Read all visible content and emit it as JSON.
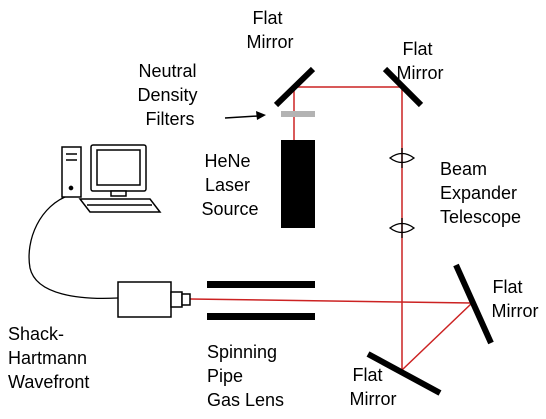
{
  "colors": {
    "beam": "#cc2222",
    "component": "#000000",
    "filter": "#b3b3b3",
    "background": "#ffffff"
  },
  "labels": {
    "flat_mirror_top_left": [
      "Flat",
      "Mirror"
    ],
    "flat_mirror_top_right": [
      "Flat",
      "Mirror"
    ],
    "neutral_density_filters": [
      "Neutral",
      "Density",
      "Filters"
    ],
    "hene_laser_source": [
      "HeNe",
      "Laser",
      "Source"
    ],
    "beam_expander_telescope": [
      "Beam",
      "Expander",
      "Telescope"
    ],
    "flat_mirror_right": [
      "Flat",
      "Mirror"
    ],
    "flat_mirror_bottom": [
      "Flat",
      "Mirror"
    ],
    "shack_hartmann_wavefront": [
      "Shack-",
      "Hartmann",
      "Wavefront"
    ],
    "spinning_pipe_gas_lens": [
      "Spinning",
      "Pipe",
      "Gas Lens"
    ]
  }
}
